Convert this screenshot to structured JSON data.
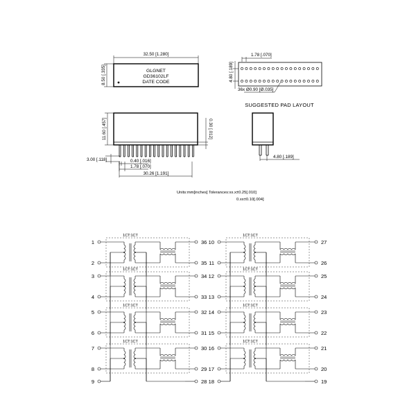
{
  "top_view": {
    "width_dim": "32.50 [1.280]",
    "height_dim": "8.50 [.335]",
    "marking": [
      "GLGNET",
      "GD36102LF",
      "DATE CODE"
    ]
  },
  "pad_layout": {
    "pitch_dim": "1.78 [.070]",
    "row_dim": "4.80 [.189]",
    "hole_note": "36x Ø0.90 [Ø.035]",
    "title": "SUGGESTED PAD LAYOUT"
  },
  "side_view": {
    "height_dim": "11.60 [.457]",
    "standoff_dim": "0.30 [.012]",
    "lead_length_dim": "3.00 [.118]",
    "lead_width_dim": "0.40 [.016]",
    "pitch_dim": "1.78 [.070]",
    "span_dim": "30.26 [1.191]"
  },
  "end_view": {
    "row_dim": "4.80 [.189]"
  },
  "notes": {
    "line1": "Units:mm[inches] Tolerances:xx.x±0.25[.010]",
    "line2": "0.xx±0.10[.004]"
  },
  "schematic": {
    "ratio_label": "1CT:1CT",
    "left_block": {
      "channels": [
        {
          "pins": [
            "1",
            "2"
          ],
          "out": [
            "36",
            "35"
          ]
        },
        {
          "pins": [
            "3",
            "4"
          ],
          "out": [
            "34",
            "33"
          ]
        },
        {
          "pins": [
            "5",
            "6"
          ],
          "out": [
            "32",
            "31"
          ]
        },
        {
          "pins": [
            "7",
            "8"
          ],
          "out": [
            "30",
            "29"
          ]
        }
      ],
      "common_left": "9",
      "common_right": "28"
    },
    "right_block": {
      "channels": [
        {
          "pins": [
            "10",
            "11"
          ],
          "out": [
            "27",
            "26"
          ]
        },
        {
          "pins": [
            "12",
            "13"
          ],
          "out": [
            "25",
            "24"
          ]
        },
        {
          "pins": [
            "14",
            "15"
          ],
          "out": [
            "23",
            "22"
          ]
        },
        {
          "pins": [
            "16",
            "17"
          ],
          "out": [
            "21",
            "20"
          ]
        }
      ],
      "common_left": "18",
      "common_right": "19"
    }
  }
}
